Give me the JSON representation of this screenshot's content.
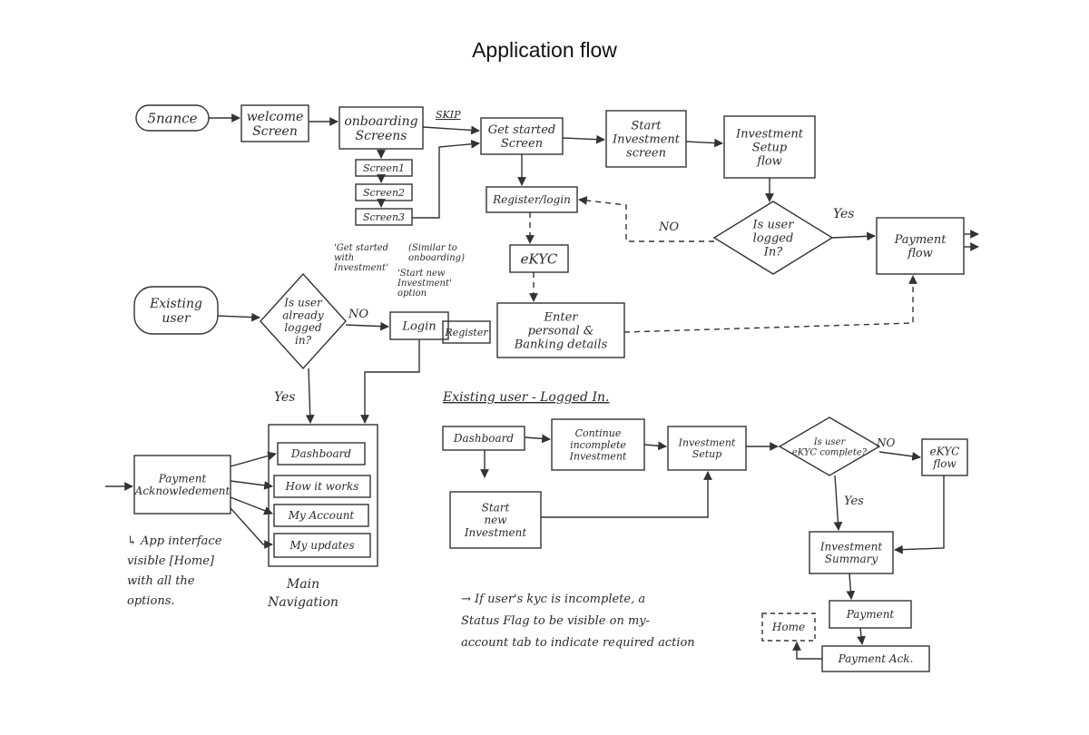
{
  "title": "Application flow",
  "nodes": [
    {
      "id": "5nance",
      "text": [
        "5nance"
      ]
    },
    {
      "id": "welcome",
      "text": [
        "welcome",
        "Screen"
      ]
    },
    {
      "id": "onboarding",
      "text": [
        "onboarding",
        "Screens"
      ]
    },
    {
      "id": "screen1",
      "text": [
        "Screen1"
      ]
    },
    {
      "id": "screen2",
      "text": [
        "Screen2"
      ]
    },
    {
      "id": "screen3",
      "text": [
        "Screen3"
      ]
    },
    {
      "id": "get-started",
      "text": [
        "Get started",
        "Screen"
      ]
    },
    {
      "id": "start-investment",
      "text": [
        "Start",
        "Investment",
        "screen"
      ]
    },
    {
      "id": "investment-setup-flow",
      "text": [
        "Investment",
        "Setup",
        "flow"
      ]
    },
    {
      "id": "register-login",
      "text": [
        "Register/login"
      ]
    },
    {
      "id": "is-user-logged-in",
      "text": [
        "Is user",
        "logged",
        "In?"
      ]
    },
    {
      "id": "payment-flow",
      "text": [
        "Payment",
        "flow"
      ]
    },
    {
      "id": "ekyc",
      "text": [
        "eKYC"
      ]
    },
    {
      "id": "personal-banking",
      "text": [
        "Enter",
        "personal &",
        "Banking details"
      ]
    },
    {
      "id": "existing-user",
      "text": [
        "Existing",
        "user"
      ]
    },
    {
      "id": "already-logged-in",
      "text": [
        "Is user",
        "already",
        "logged",
        "in?"
      ]
    },
    {
      "id": "login",
      "text": [
        "Login"
      ]
    },
    {
      "id": "register",
      "text": [
        "Register"
      ]
    },
    {
      "id": "payment-ack-left",
      "text": [
        "Payment",
        "Acknowledement"
      ]
    },
    {
      "id": "main-nav",
      "text": []
    },
    {
      "id": "dashboard-nav",
      "text": [
        "Dashboard"
      ]
    },
    {
      "id": "how-it-works",
      "text": [
        "How it works"
      ]
    },
    {
      "id": "my-account",
      "text": [
        "My Account"
      ]
    },
    {
      "id": "my-updates",
      "text": [
        "My updates"
      ]
    },
    {
      "id": "dashboard",
      "text": [
        "Dashboard"
      ]
    },
    {
      "id": "continue-incomplete",
      "text": [
        "Continue",
        "incomplete",
        "Investment"
      ]
    },
    {
      "id": "investment-setup",
      "text": [
        "Investment",
        "Setup"
      ]
    },
    {
      "id": "ekyc-complete",
      "text": [
        "Is user",
        "eKYC complete?"
      ]
    },
    {
      "id": "ekyc-flow",
      "text": [
        "eKYC",
        "flow"
      ]
    },
    {
      "id": "start-new-investment",
      "text": [
        "Start",
        "new",
        "Investment"
      ]
    },
    {
      "id": "investment-summary",
      "text": [
        "Investment",
        "Summary"
      ]
    },
    {
      "id": "payment",
      "text": [
        "Payment"
      ]
    },
    {
      "id": "home",
      "text": [
        "Home"
      ]
    },
    {
      "id": "payment-ack",
      "text": [
        "Payment Ack."
      ]
    }
  ],
  "edge_labels": {
    "skip": "SKIP",
    "no_ekyc_loop": "NO",
    "yes_payment": "Yes",
    "no_login": "NO",
    "yes_nav": "Yes",
    "no_ekyc_flow": "NO",
    "yes_summary": "Yes"
  },
  "notes": {
    "login_note": [
      "'Get started",
      "with",
      "Investment'",
      "(Similar to",
      "onboarding)",
      "'Start new",
      "Investment'",
      "option"
    ],
    "main_nav": [
      "Main",
      "Navigation"
    ],
    "section": "Existing user - Logged In.",
    "app_interface": [
      "↳ App interface",
      "visible [Home]",
      "with all the",
      "options."
    ],
    "kyc_flag": [
      "→ If user's kyc is incomplete, a",
      "Status Flag to be visible on my-",
      "account tab to indicate required action"
    ]
  }
}
